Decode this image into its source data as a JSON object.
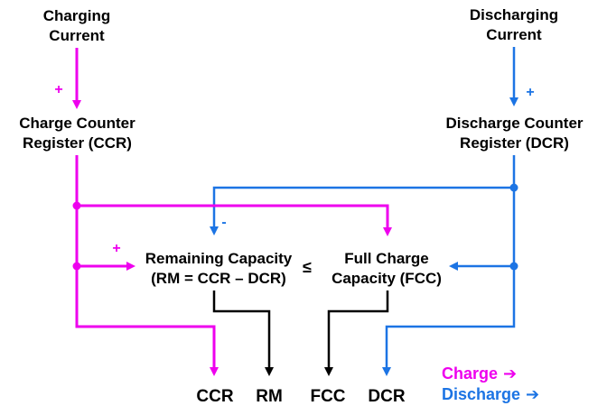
{
  "colors": {
    "charge": "#EE00EE",
    "discharge": "#1C74E4",
    "neutral": "#000000",
    "background": "#FFFFFF"
  },
  "nodes": {
    "charging_current": "Charging Current",
    "discharging_current": "Discharging Current",
    "charge_counter_register": "Charge Counter Register (CCR)",
    "discharge_counter_register": "Discharge Counter Register (DCR)",
    "remaining_capacity": "Remaining Capacity (RM = CCR – DCR)",
    "full_charge_capacity": "Full Charge Capacity (FCC)",
    "comparator": "≤"
  },
  "operators": {
    "charge_plus_top": "+",
    "discharge_plus_top": "+",
    "discharge_minus": "-",
    "charge_plus_mid": "+"
  },
  "outputs": [
    "CCR",
    "RM",
    "FCC",
    "DCR"
  ],
  "legend": [
    {
      "label": "Charge",
      "arrow": "➔"
    },
    {
      "label": "Discharge",
      "arrow": "➔"
    }
  ]
}
